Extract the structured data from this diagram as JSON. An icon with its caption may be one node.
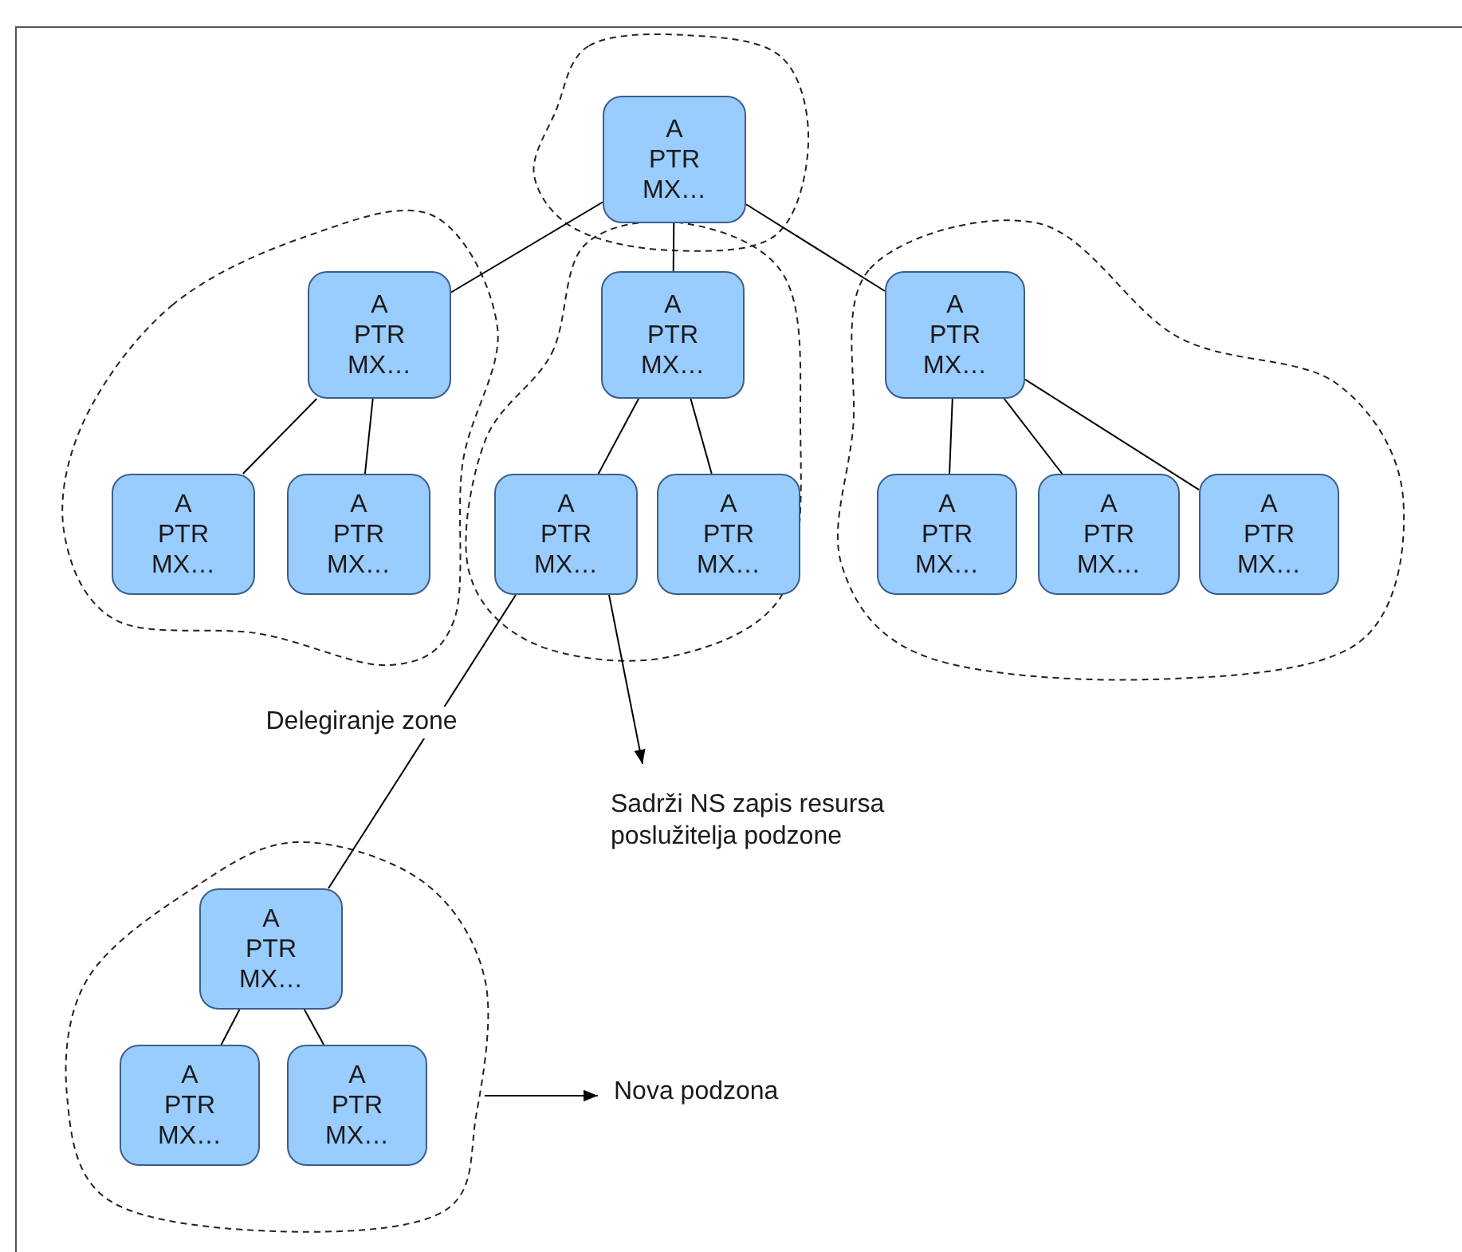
{
  "diagram": {
    "nodes": [
      {
        "text": [],
        "shape": "cloud"
      },
      {
        "text": [
          "A PTR MX…"
        ],
        "in": 0
      },
      {
        "text": [],
        "shape": "cloud"
      },
      {
        "text": [
          "A PTR MX…"
        ],
        "in": 2
      },
      {
        "text": [
          "A PTR MX…"
        ],
        "in": 2
      },
      {
        "text": [
          "A PTR MX…"
        ],
        "in": 2
      },
      {
        "text": [],
        "shape": "cloud"
      },
      {
        "text": [
          "A PTR MX…"
        ],
        "in": 6
      },
      {
        "text": [
          "A PTR MX…"
        ],
        "in": 6
      },
      {
        "text": [
          "A PTR MX…"
        ],
        "in": 6
      },
      {
        "text": [],
        "shape": "cloud"
      },
      {
        "text": [
          "A PTR MX…"
        ],
        "in": 10
      },
      {
        "text": [
          "A PTR MX…"
        ],
        "in": 10
      },
      {
        "text": [
          "A PTR MX…"
        ],
        "in": 10
      },
      {
        "text": [
          "A PTR MX…"
        ],
        "in": 10
      },
      {
        "text": [
          "Sadrži NS zapis resursa poslužitelja podzone"
        ]
      },
      {
        "text": [],
        "shape": "cloud"
      },
      {
        "text": [
          "A PTR MX…"
        ],
        "in": 16
      },
      {
        "text": [
          "A PTR MX…"
        ],
        "in": 16
      },
      {
        "text": [
          "A PTR MX…"
        ],
        "in": 16
      },
      {
        "text": [
          "Nova podzona"
        ]
      }
    ],
    "edges": [
      {
        "from": 1,
        "to": 3,
        "arrow": "none"
      },
      {
        "from": 1,
        "to": 7,
        "arrow": "none"
      },
      {
        "from": 1,
        "to": 11,
        "arrow": "none"
      },
      {
        "from": 3,
        "to": 4,
        "arrow": "none"
      },
      {
        "from": 3,
        "to": 5,
        "arrow": "none"
      },
      {
        "from": 7,
        "to": 8,
        "arrow": "none"
      },
      {
        "from": 7,
        "to": 9,
        "arrow": "none"
      },
      {
        "from": 11,
        "to": 12,
        "arrow": "none"
      },
      {
        "from": 11,
        "to": 13,
        "arrow": "none"
      },
      {
        "from": 11,
        "to": 14,
        "arrow": "none"
      },
      {
        "from": 8,
        "to": 17,
        "arrow": "none",
        "label": "Delegiranje zone"
      },
      {
        "from": 8,
        "to": 15,
        "arrow": "to"
      },
      {
        "from": 17,
        "to": 18,
        "arrow": "none"
      },
      {
        "from": 17,
        "to": 19,
        "arrow": "none"
      },
      {
        "from": 16,
        "to": 20,
        "arrow": "to"
      }
    ]
  }
}
